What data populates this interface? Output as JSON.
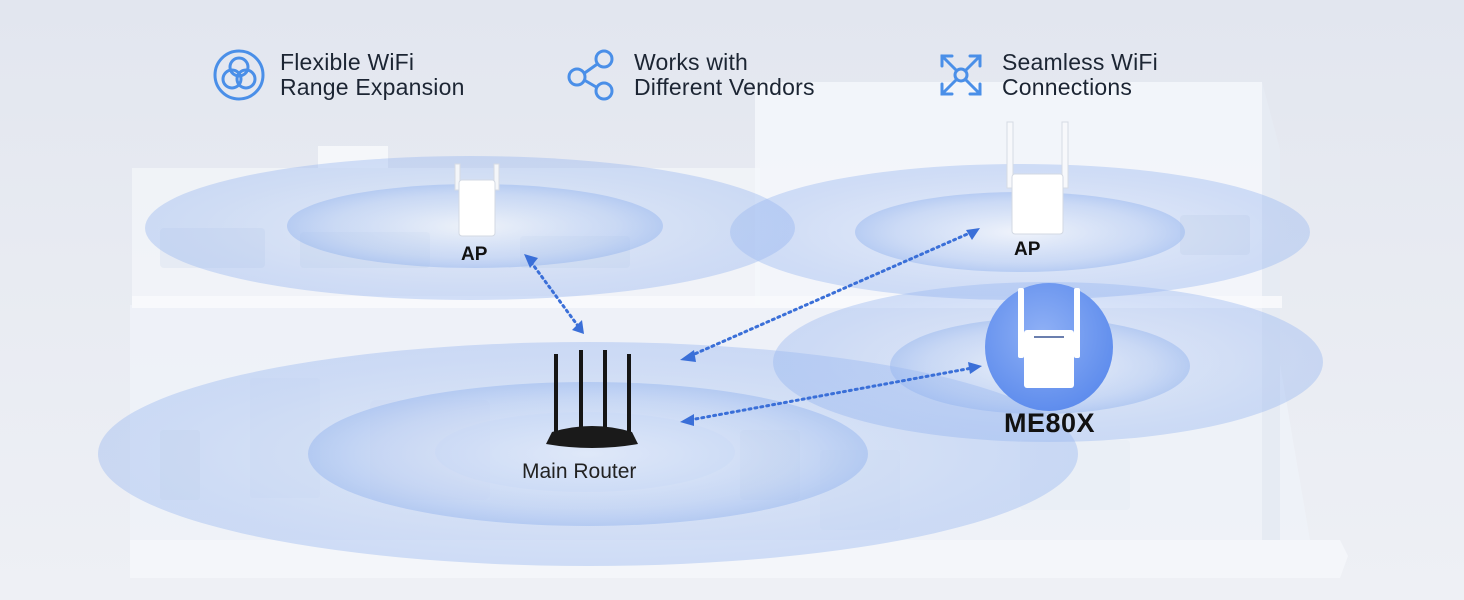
{
  "features": [
    {
      "icon": "flexible-range-icon",
      "line1": "Flexible WiFi",
      "line2": "Range Expansion"
    },
    {
      "icon": "share-network-icon",
      "line1": "Works with",
      "line2": "Different Vendors"
    },
    {
      "icon": "expand-arrows-icon",
      "line1": "Seamless WiFi",
      "line2": "Connections"
    }
  ],
  "nodes": {
    "ap_upstairs_left": "AP",
    "ap_upstairs_right": "AP",
    "main_router": "Main Router",
    "extender": "ME80X"
  },
  "colors": {
    "icon_blue": "#4a8fe8",
    "link_blue": "#3a6fd8",
    "signal_blue": "#8fb3ee",
    "extender_badge": "#6f9af0"
  }
}
